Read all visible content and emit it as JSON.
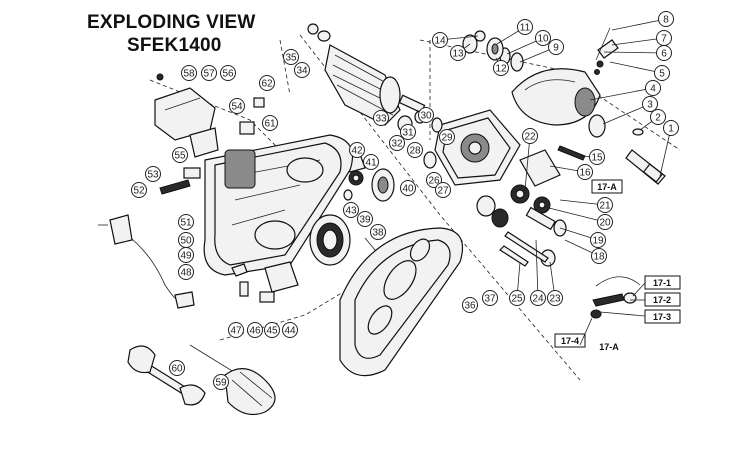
{
  "title": {
    "line1": "EXPLODING VIEW",
    "line2": "SFEK1400"
  },
  "callouts": [
    "1",
    "2",
    "3",
    "4",
    "5",
    "6",
    "7",
    "8",
    "9",
    "10",
    "11",
    "12",
    "13",
    "14",
    "15",
    "16",
    "18",
    "19",
    "20",
    "21",
    "22",
    "23",
    "24",
    "25",
    "26",
    "27",
    "28",
    "29",
    "30",
    "31",
    "32",
    "33",
    "34",
    "35",
    "36",
    "37",
    "38",
    "39",
    "40",
    "41",
    "42",
    "43",
    "44",
    "45",
    "46",
    "47",
    "48",
    "49",
    "50",
    "51",
    "52",
    "53",
    "54",
    "55",
    "56",
    "57",
    "58",
    "59",
    "60",
    "61",
    "62"
  ],
  "box_labels": {
    "a1": "17-A",
    "a2": "17-A",
    "b1": "17-1",
    "b2": "17-2",
    "b3": "17-3",
    "b4": "17-4"
  }
}
